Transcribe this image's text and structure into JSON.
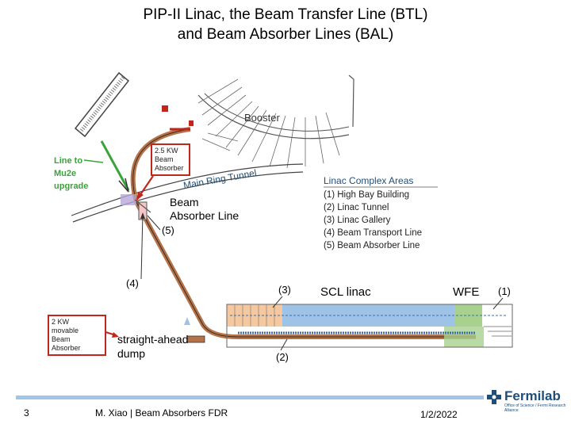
{
  "header": {
    "title_line1": "PIP-II Linac, the Beam Transfer Line (BTL)",
    "title_line2": "and Beam Absorber Lines (BAL)"
  },
  "labels": {
    "booster": "Booster",
    "main_ring_tunnel": "Main Ring Tunnel",
    "line_to_mu2e": [
      "Line to",
      "Mu2e",
      "upgrade"
    ],
    "beam_absorber_line": [
      "Beam",
      "Absorber Line"
    ],
    "marker_5": "(5)",
    "marker_4": "(4)",
    "marker_3": "(3)",
    "marker_2": "(2)",
    "marker_1": "(1)",
    "scl_linac": "SCL linac",
    "wfe": "WFE",
    "straight_ahead_dump": [
      "straight-ahead",
      "dump"
    ],
    "absorber_25kw": [
      "2.5 KW",
      "Beam",
      "Absorber"
    ],
    "absorber_2kw": [
      "2 KW",
      "movable",
      "Beam",
      "Absorber"
    ]
  },
  "legend": {
    "title": "Linac Complex Areas",
    "items": [
      "(1)  High Bay Building",
      "(2)  Linac Tunnel",
      "(3)  Linac Gallery",
      "(4)  Beam Transport Line",
      "(5)  Beam Absorber Line"
    ]
  },
  "footer": {
    "page_number": "3",
    "author": "M. Xiao | Beam Absorbers FDR",
    "date": "1/2/2022",
    "logo_text": "Fermilab",
    "logo_subtext": "Office of Science / Fermi Research Alliance"
  },
  "colors": {
    "beamline_brown": "#b5734a",
    "gallery_orange": "#f6c8a0",
    "tunnel_blue": "#9fc3e6",
    "highbay_green": "#a9d18e",
    "red_box": "#c0261c",
    "green_label": "#3aa33a",
    "footer_blue": "#9fc5e8",
    "logo_blue": "#1f4e79"
  }
}
